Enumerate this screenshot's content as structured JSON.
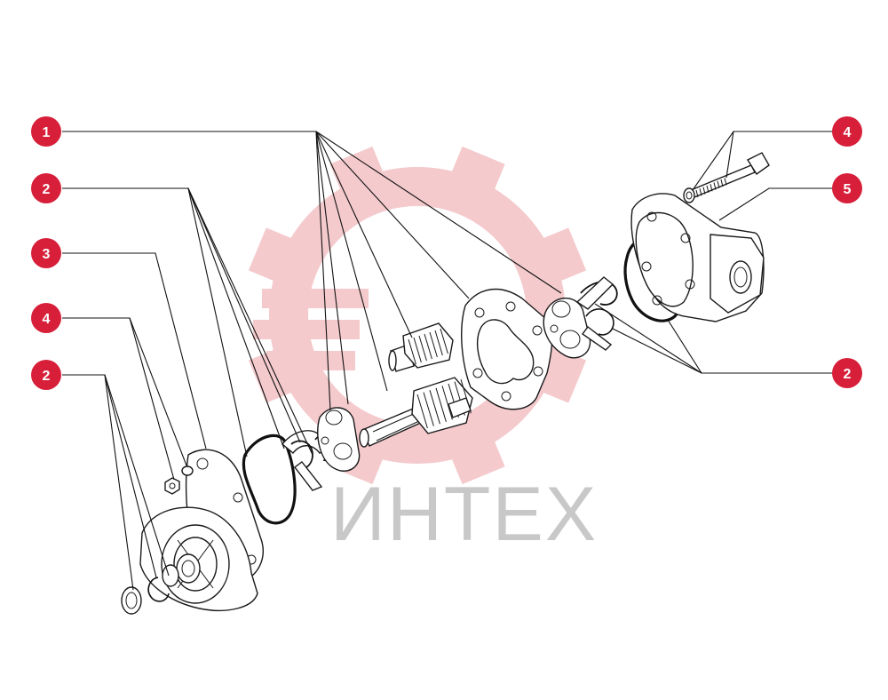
{
  "colors": {
    "badge": "#d71f3a",
    "watermark_gear": "#f3c4c8",
    "watermark_text": "#c8c8c8",
    "line": "#111111"
  },
  "watermark": {
    "text": "ИНТЕХ"
  },
  "callouts": {
    "left": [
      {
        "label": "1"
      },
      {
        "label": "2"
      },
      {
        "label": "3"
      },
      {
        "label": "4"
      },
      {
        "label": "2"
      }
    ],
    "right": [
      {
        "label": "4"
      },
      {
        "label": "5"
      },
      {
        "label": "2"
      }
    ]
  }
}
